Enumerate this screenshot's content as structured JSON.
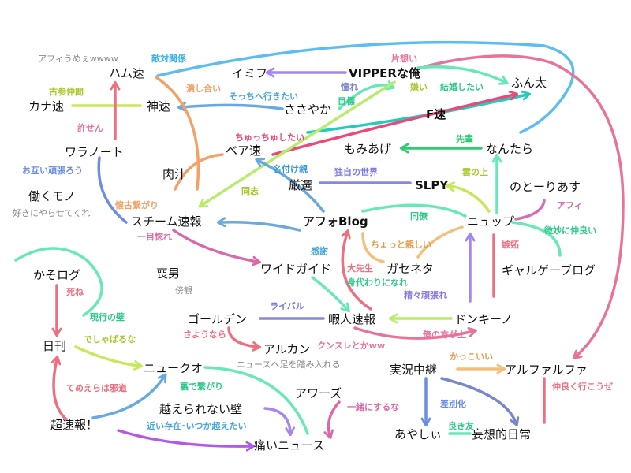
{
  "nodes": {
    "hamsoku": "ハム速",
    "imifu": "イミフ",
    "vipper": "VIPPERな俺",
    "funta": "ふん太",
    "kanasoku": "カナ速",
    "kamisoku": "神速",
    "sasayaka": "ささやか",
    "fsoku": "F速",
    "waranote": "ワラノート",
    "beasoku": "ベア速",
    "momiage": "もみあげ",
    "nantara": "なんたら",
    "nikujiru": "肉汁",
    "gensen": "厳選",
    "slpy": "SLPY",
    "notorias": "のとーりあす",
    "hatarakumono": "働くモノ",
    "steam": "スチーム速報",
    "afoblog": "アフォBlog",
    "nyup": "ニュップ",
    "kasolog": "かそログ",
    "moo": "喪男",
    "widegaid": "ワイドガイド",
    "gasenata": "ガセネタ",
    "galgeblog": "ギャルゲーブログ",
    "golden": "ゴールデン",
    "himajin": "暇人速報",
    "donkino": "ドンキーノ",
    "nikkan": "日刊",
    "arukan": "アルカン",
    "jikkyo": "実況中継",
    "alfalfa": "アルファルファ",
    "newsokuo": "ニュークオ",
    "awazu": "アワーズ",
    "koerarenai": "越えられない壁",
    "chosokuho": "超速報！",
    "itainews": "痛いニュース",
    "ayashii": "あやしぃ",
    "moso": "妄想的日常"
  },
  "notes": {
    "afiumee": "アフィうめぇwwww",
    "yarasete": "好きにやらせてくれ",
    "bokan": "傍観",
    "newsashi": "ニュースへ足を踏み入れる"
  },
  "labels": {
    "tekitai": "敵対関係",
    "kataomoi": "片想い",
    "kosanakama": "古参仲間",
    "tsubushiai": "潰し合い",
    "sotchi": "そっちへ行きたい",
    "akogare": "憧れ",
    "mokuhyo": "目標",
    "kirai": "嫌い",
    "kekkon": "結婚したい",
    "yurusen": "許せん",
    "chuchu": "ちゅっちゅしたい",
    "senpai": "先輩",
    "otagai": "お互い頑張ろう",
    "nazukeoya": "名付け親",
    "dokuji": "独自の世界",
    "kumonoue": "雲の上",
    "doshi": "同志",
    "afi": "アフィ",
    "natsukoi": "懐古繋がり",
    "dozo": "同僚",
    "bimyo": "微妙に仲良い",
    "hitomebore": "一目惚れ",
    "chotto": "ちょっと親しい",
    "shitto": "嫉妬",
    "kansha": "感謝",
    "daisensei": "大先生",
    "migawari": "身代わりになれ",
    "shine": "死ね",
    "genko": "現行の壁",
    "seiseki": "精々頑張れ",
    "rival": "ライバル",
    "sayonara": "さようなら",
    "kunsure": "クンスレとかww",
    "orenohou": "俺の方が上",
    "deshabaru": "でしゃばるな",
    "kakkoii": "かっこいい",
    "temeera": "てめえらは邪道",
    "urade": "裏で繋がり",
    "issho": "一緒にするな",
    "sabetsu": "差別化",
    "nakayoku": "仲良く行こうぜ",
    "chikai": "近い存在･いつか超えたい",
    "yoitomo": "良き友"
  },
  "colors": {
    "blue": "#5bbdf0",
    "pink": "#e8739a",
    "green": "#55dd77",
    "lime": "#b8ec6a",
    "violet": "#a386f0",
    "orange": "#f2a269",
    "red": "#ee6f7f",
    "mint": "#66e8b8",
    "navy": "#6b8ee0",
    "sky": "#6aa9df",
    "yellowgreen": "#c6e85a",
    "peach": "#f4bf7a",
    "purple": "#b25ae6",
    "magenta": "#d36fb3",
    "slate": "#7a86c9"
  }
}
